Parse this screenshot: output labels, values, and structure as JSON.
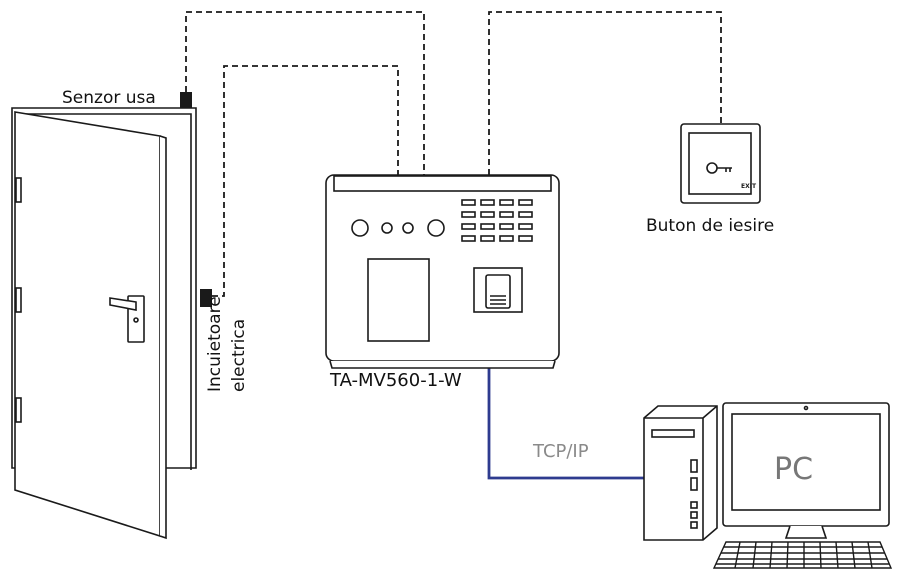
{
  "diagram": {
    "labels": {
      "door_sensor": "Senzor usa",
      "electric_lock_line1": "Incuietoare",
      "electric_lock_line2": "electrica",
      "device_model": "TA-MV560-1-W",
      "exit_button": "Buton de iesire",
      "exit_button_text": "EXIT",
      "network": "TCP/IP",
      "computer": "PC"
    },
    "connections": [
      {
        "from": "door_sensor",
        "to": "device_model",
        "style": "dashed"
      },
      {
        "from": "electric_lock",
        "to": "device_model",
        "style": "dashed"
      },
      {
        "from": "exit_button",
        "to": "device_model",
        "style": "dashed"
      },
      {
        "from": "device_model",
        "to": "computer",
        "style": "solid",
        "color": "#2e3b8f"
      }
    ],
    "colors": {
      "line": "#1a1a1a",
      "network_cable": "#2e3b8f",
      "network_label": "#8a8a8a",
      "pc_label": "#777777"
    }
  }
}
